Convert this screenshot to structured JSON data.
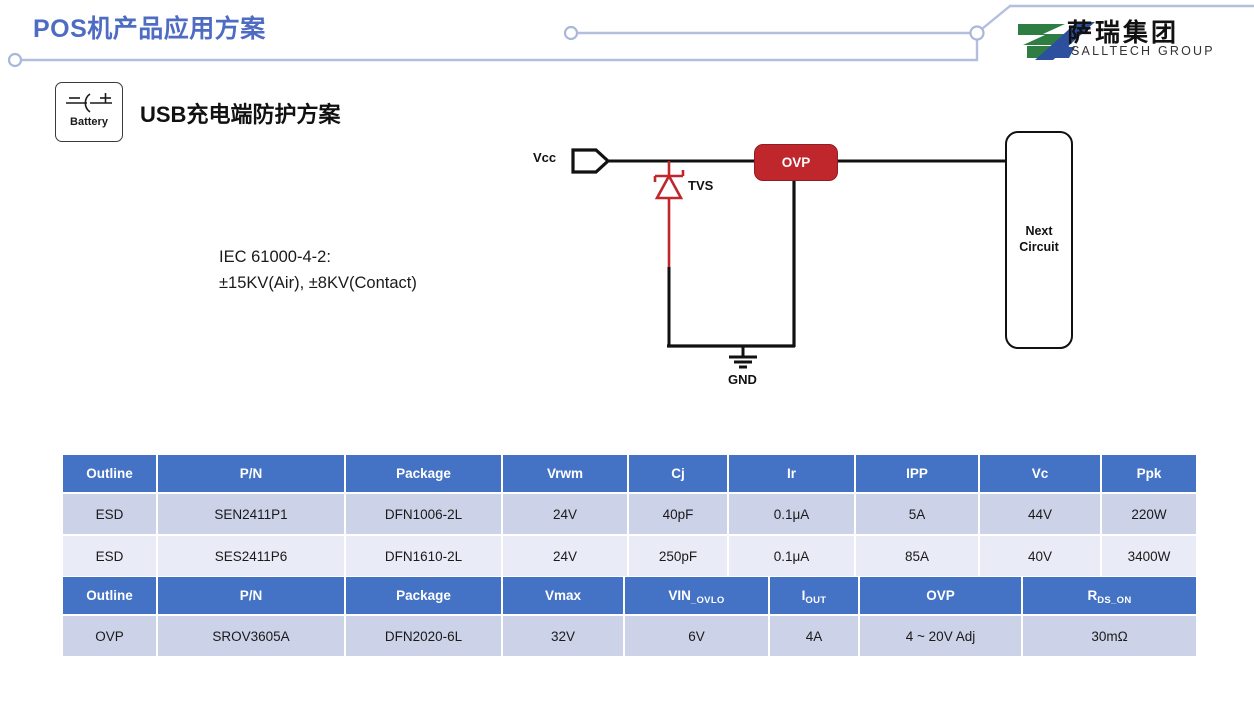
{
  "header": {
    "title": "POS机产品应用方案",
    "title_color": "#4f6cc3",
    "deco_color": "#b3bfdd"
  },
  "brand": {
    "cn_name": "萨瑞集团",
    "en_name": "SALLTECH GROUP",
    "mark_green": "#2e7d43",
    "mark_blue": "#2c4f9e"
  },
  "badge": {
    "label": "Battery",
    "minus": "−",
    "plus": "+"
  },
  "section": {
    "title": "USB充电端防护方案"
  },
  "note": {
    "line1": "IEC 61000-4-2:",
    "line2": "±15KV(Air), ±8KV(Contact)"
  },
  "circuit": {
    "vcc_label": "Vcc",
    "tvs_label": "TVS",
    "ovp_label": "OVP",
    "gnd_label": "GND",
    "next_line1": "Next",
    "next_line2": "Circuit",
    "wire_color": "#111111",
    "tvs_color": "#c0272d",
    "ovp_fill": "#c0272d",
    "ovp_border": "#8f1d22"
  },
  "tables": [
    {
      "id": "esd",
      "header_bg": "#4472c4",
      "columns": [
        "Outline",
        "P/N",
        "Package",
        "Vrwm",
        "Cj",
        "Ir",
        "IPP",
        "Vc",
        "Ppk"
      ],
      "rows": [
        [
          "ESD",
          "SEN2411P1",
          "DFN1006-2L",
          "24V",
          "40pF",
          "0.1μA",
          "5A",
          "44V",
          "220W"
        ],
        [
          "ESD",
          "SES2411P6",
          "DFN1610-2L",
          "24V",
          "250pF",
          "0.1μA",
          "85A",
          "40V",
          "3400W"
        ]
      ]
    },
    {
      "id": "ovp",
      "header_bg": "#4472c4",
      "columns": [
        {
          "text": "Outline",
          "sub": ""
        },
        {
          "text": "P/N",
          "sub": ""
        },
        {
          "text": "Package",
          "sub": ""
        },
        {
          "text": "Vmax",
          "sub": ""
        },
        {
          "text": "VIN",
          "sub": "_OVLO"
        },
        {
          "text": "I",
          "sub": "OUT"
        },
        {
          "text": "OVP",
          "sub": ""
        },
        {
          "text": "R",
          "sub": "DS_ON"
        }
      ],
      "rows": [
        [
          "OVP",
          "SROV3605A",
          "DFN2020-6L",
          "32V",
          "6V",
          "4A",
          "4 ~ 20V Adj",
          "30mΩ"
        ]
      ]
    }
  ]
}
